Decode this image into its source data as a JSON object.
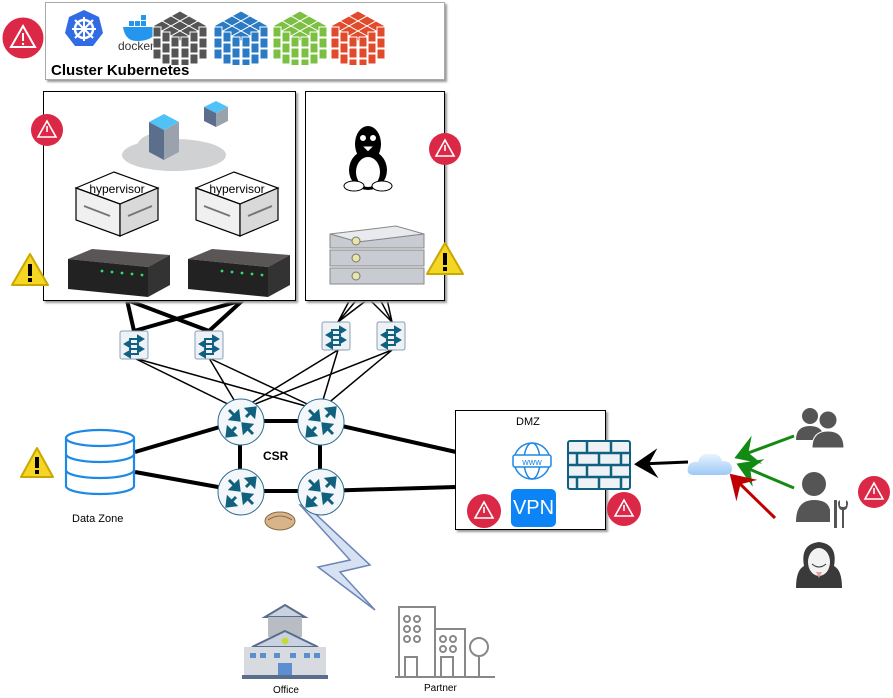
{
  "diagram": {
    "cluster": {
      "title": "Cluster Kubernetes",
      "docker_label": "docker",
      "cube_colors": [
        "#555555",
        "#2b7bc4",
        "#7cc043",
        "#e04b2c"
      ]
    },
    "virtualization": {
      "hypervisors": [
        {
          "label": "hypervisor"
        },
        {
          "label": "hypervisor"
        }
      ]
    },
    "core": {
      "label": "CSR"
    },
    "data_zone": {
      "label": "Data Zone"
    },
    "dmz": {
      "title": "DMZ",
      "www_label": "www",
      "vpn_label": "VPN"
    },
    "sites": {
      "office": {
        "label": "Office"
      },
      "partner": {
        "label": "Partner"
      }
    },
    "colors": {
      "alert_red": "#dc2847",
      "warning_yellow": "#f5d624",
      "router_teal": "#10617f",
      "arrow_green": "#138a13",
      "arrow_red": "#c00000",
      "vpn_blue": "#0d84f5"
    }
  }
}
